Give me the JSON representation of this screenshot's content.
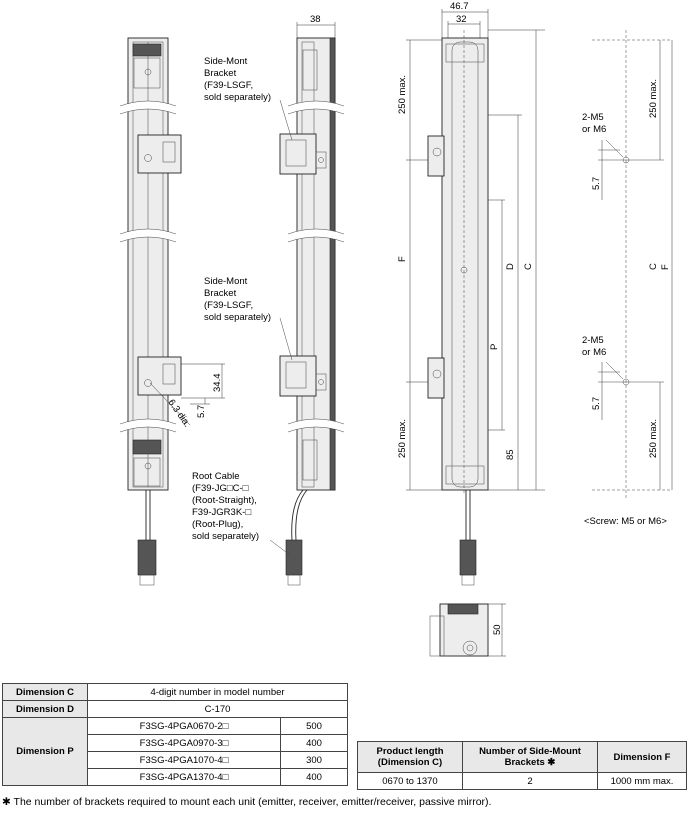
{
  "labels": {
    "dim_38": "38",
    "dim_46_7": "46.7",
    "dim_32": "32",
    "bracket_top": [
      "Side-Mont",
      "Bracket",
      "(F39-LSGF,",
      "sold separately)"
    ],
    "bracket_bottom": [
      "Side-Mont",
      "Bracket",
      "(F39-LSGF,",
      "sold separately)"
    ],
    "dim_34_4": "34.4",
    "dim_5_7": "5.7",
    "dim_6_3_dia": "6.3 dia.",
    "root_cable": [
      "Root Cable",
      "(F39-JG□C-□",
      "(Root-Straight),",
      "F39-JGR3K-□",
      "(Root-Plug),",
      "sold separately)"
    ],
    "dim_250_max": "250 max.",
    "dim_F": "F",
    "dim_D": "D",
    "dim_C": "C",
    "dim_P": "P",
    "dim_85": "85",
    "screw_label": [
      "2-M5",
      "or M6"
    ],
    "screw_note": "<Screw: M5 or M6>",
    "dim_50": "50"
  },
  "table_left": {
    "dim_c_label": "Dimension C",
    "dim_c_value": "4-digit number in model number",
    "dim_d_label": "Dimension D",
    "dim_d_value": "C-170",
    "dim_p_label": "Dimension P",
    "rows": [
      {
        "model": "F3SG-4PGA0670-2□",
        "value": "500"
      },
      {
        "model": "F3SG-4PGA0970-3□",
        "value": "400"
      },
      {
        "model": "F3SG-4PGA1070-4□",
        "value": "300"
      },
      {
        "model": "F3SG-4PGA1370-4□",
        "value": "400"
      }
    ]
  },
  "table_right": {
    "headers": [
      "Product length (Dimension C)",
      "Number of Side-Mount Brackets ✱",
      "Dimension F"
    ],
    "row": [
      "0670 to 1370",
      "2",
      "1000 mm max."
    ]
  },
  "footnote": "✱ The number of brackets required to mount each unit (emitter, receiver, emitter/receiver, passive mirror)."
}
